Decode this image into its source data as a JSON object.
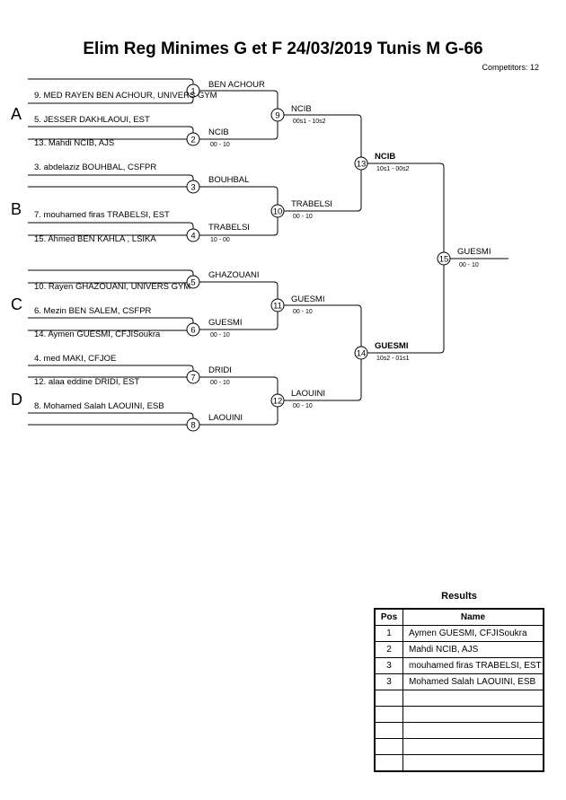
{
  "header": {
    "title": "Elim Reg Minimes G et F  24/03/2019  Tunis   M G-66",
    "competitors": "Competitors: 12"
  },
  "pools": [
    "A",
    "B",
    "C",
    "D"
  ],
  "entries": [
    "",
    "9. MED RAYEN BEN ACHOUR, UNIVERS GYM",
    "5. JESSER DAKHLAOUI, EST",
    "13. Mahdi NCIB, AJS",
    "3. abdelaziz BOUHBAL, CSFPR",
    "7. mouhamed firas TRABELSI, EST",
    "15. Ahmed BEN KAHLA , LSIKA",
    "",
    "10. Rayen GHAZOUANI, UNIVERS GYM",
    "6. Mezin BEN SALEM, CSFPR",
    "14. Aymen GUESMI, CFJISoukra",
    "4. med MAKI, CFJOE",
    "12. alaa eddine DRIDI, EST",
    "8. Mohamed Salah LAOUINI, ESB",
    ""
  ],
  "round1": [
    {
      "num": "1",
      "winner": "BEN ACHOUR",
      "score": ""
    },
    {
      "num": "2",
      "winner": "NCIB",
      "score": "00 - 10"
    },
    {
      "num": "3",
      "winner": "BOUHBAL",
      "score": ""
    },
    {
      "num": "4",
      "winner": "TRABELSI",
      "score": "10 - 00"
    },
    {
      "num": "5",
      "winner": "GHAZOUANI",
      "score": ""
    },
    {
      "num": "6",
      "winner": "GUESMI",
      "score": "00 - 10"
    },
    {
      "num": "7",
      "winner": "DRIDI",
      "score": "00 - 10"
    },
    {
      "num": "8",
      "winner": "LAOUINI",
      "score": ""
    }
  ],
  "round2": [
    {
      "num": "9",
      "winner": "NCIB",
      "score": "00s1 - 10s2"
    },
    {
      "num": "10",
      "winner": "TRABELSI",
      "score": "00 - 10"
    },
    {
      "num": "11",
      "winner": "GUESMI",
      "score": "00 - 10"
    },
    {
      "num": "12",
      "winner": "LAOUINI",
      "score": "00 - 10"
    }
  ],
  "semis": [
    {
      "num": "13",
      "winner": "NCIB",
      "score": "10s1 - 00s2"
    },
    {
      "num": "14",
      "winner": "GUESMI",
      "score": "10s2 - 01s1"
    }
  ],
  "final": {
    "num": "15",
    "winner": "GUESMI",
    "score": "00 - 10"
  },
  "results": {
    "title": "Results",
    "col_pos": "Pos",
    "col_name": "Name",
    "rows": [
      {
        "pos": "1",
        "name": "Aymen GUESMI, CFJISoukra"
      },
      {
        "pos": "2",
        "name": "Mahdi NCIB, AJS"
      },
      {
        "pos": "3",
        "name": "mouhamed firas TRABELSI, EST"
      },
      {
        "pos": "3",
        "name": "Mohamed Salah LAOUINI, ESB"
      },
      {
        "pos": "",
        "name": ""
      },
      {
        "pos": "",
        "name": ""
      },
      {
        "pos": "",
        "name": ""
      },
      {
        "pos": "",
        "name": ""
      },
      {
        "pos": "",
        "name": ""
      }
    ]
  }
}
